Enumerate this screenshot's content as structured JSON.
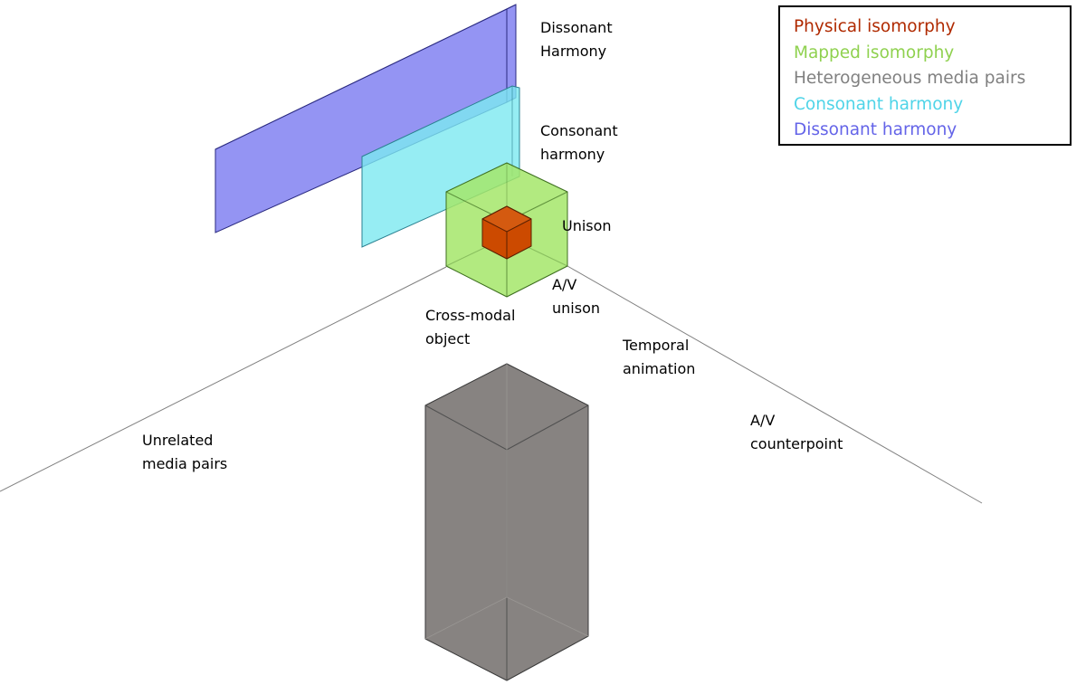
{
  "labels": {
    "dissonant_1": "Dissonant",
    "dissonant_2": "Harmony",
    "consonant_1": "Consonant",
    "consonant_2": "harmony",
    "unison": "Unison",
    "av_unison_1": "A/V",
    "av_unison_2": "unison",
    "crossmodal_1": "Cross-modal",
    "crossmodal_2": "object",
    "temporal_1": "Temporal",
    "temporal_2": "animation",
    "av_counterpoint_1": "A/V",
    "av_counterpoint_2": "counterpoint",
    "unrelated_1": "Unrelated",
    "unrelated_2": "media pairs"
  },
  "legend": {
    "items": [
      {
        "label": "Physical isomorphy",
        "color": "#b02a00"
      },
      {
        "label": "Mapped isomorphy",
        "color": "#8fd14f"
      },
      {
        "label": "Heterogeneous media pairs",
        "color": "#808080"
      },
      {
        "label": "Consonant harmony",
        "color": "#4fd4e8"
      },
      {
        "label": "Dissonant harmony",
        "color": "#6464e8"
      }
    ]
  },
  "colors": {
    "dissonant_plane": "#7c7cf0",
    "consonant_plane": "#7ce8f0",
    "mapped_cube": "#a5e66a",
    "physical_cube": "#cc4a00",
    "heterogeneous_prism": "#878381",
    "axis_line": "#808080"
  }
}
